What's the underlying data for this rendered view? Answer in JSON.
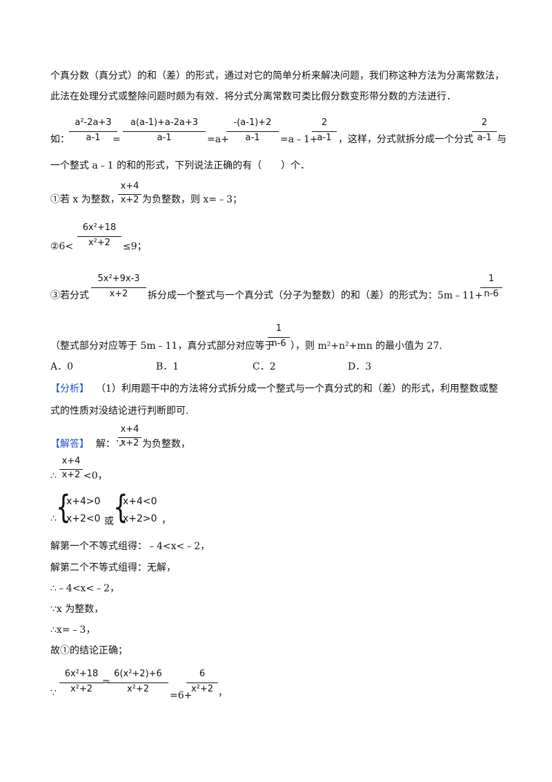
{
  "intro": {
    "line1": "个真分数（真分式）的和（差）的形式，通过对它的简单分析来解决问题，我们称这种方法为分离常数法，",
    "line2": "此法在处理分式或整除问题时颇为有效．将分式分离常数可类比假分数变形带分数的方法进行．"
  },
  "example": {
    "prefix": "如：",
    "f1_num": "a²-2a+3",
    "f1_den": "a-1",
    "eq1": "=",
    "f2_num": "a(a-1)+a-2a+3",
    "f2_den": "a-1",
    "eq2": "=a+",
    "f3_num": "-(a-1)+2",
    "f3_den": "a-1",
    "eq3": "=a﹣1+",
    "f4_num": "2",
    "f4_den": "a-1",
    "mid": "，这样，分式就拆分成一个分式",
    "f5_num": "2",
    "f5_den": "a-1",
    "end": "与",
    "line2": "一个整式 a﹣1 的和的形式，下列说法正确的有（　　）个．"
  },
  "s1": {
    "text_a": "①若 x 为整数，",
    "num": "x+4",
    "den": "x+2",
    "text_b": "为负整数，则 x=﹣3；"
  },
  "s2": {
    "text_a": "②6<",
    "num": "6x²+18",
    "den": "x²+2",
    "text_b": "≤9；"
  },
  "s3": {
    "text_a": "③若分式",
    "num": "5x²+9x-3",
    "den": "x+2",
    "text_b": "拆分成一个整式与一个真分式（分子为整数）的和（差）的形式为：5m﹣11+",
    "f_num": "1",
    "f_den": "n-6",
    "line2_a": "（整式部分对应等于 5m﹣11，真分式部分对应等于",
    "line2_fnum": "1",
    "line2_fden": "n-6",
    "line2_b": "），则 m²+n²+mn 的最小值为 27."
  },
  "options": {
    "a": "A．0",
    "b": "B．1",
    "c": "C．2",
    "d": "D．3"
  },
  "analysis": {
    "tag": "【分析】",
    "line1": "（1）利用题干中的方法将分式拆分成一个整式与一个真分式的和（差）的形式，利用整数或整",
    "line2": "式的性质对没结论进行判断即可."
  },
  "answer": {
    "tag": "【解答】",
    "l1_a": "解：∵",
    "l1_num": "x+4",
    "l1_den": "x+2",
    "l1_b": "为负整数，",
    "l2_a": "∴",
    "l2_num": "x+4",
    "l2_den": "x+2",
    "l2_b": "<0，",
    "sys_prefix": "∴",
    "sys1_r1": "x+4>0",
    "sys1_r2": "x+2<0",
    "sys_or": "或",
    "sys2_r1": "x+4<0",
    "sys2_r2": "x+2>0",
    "sys_end": "，",
    "l4": "解第一个不等式组得：﹣4<x<﹣2，",
    "l5": "解第二个不等式组得：无解，",
    "l6": "∴﹣4<x<﹣2，",
    "l7": "∵x 为整数，",
    "l8": "∴x=﹣3，",
    "l9": "故①的结论正确；",
    "l10_a": "∵",
    "l10_f1num": "6x²+18",
    "l10_f1den": "x²+2",
    "l10_eq": "=",
    "l10_f2num": "6(x²+2)+6",
    "l10_f2den": "x²+2",
    "l10_eq2": "=6+",
    "l10_f3num": "6",
    "l10_f3den": "x²+2",
    "l10_end": "，"
  }
}
